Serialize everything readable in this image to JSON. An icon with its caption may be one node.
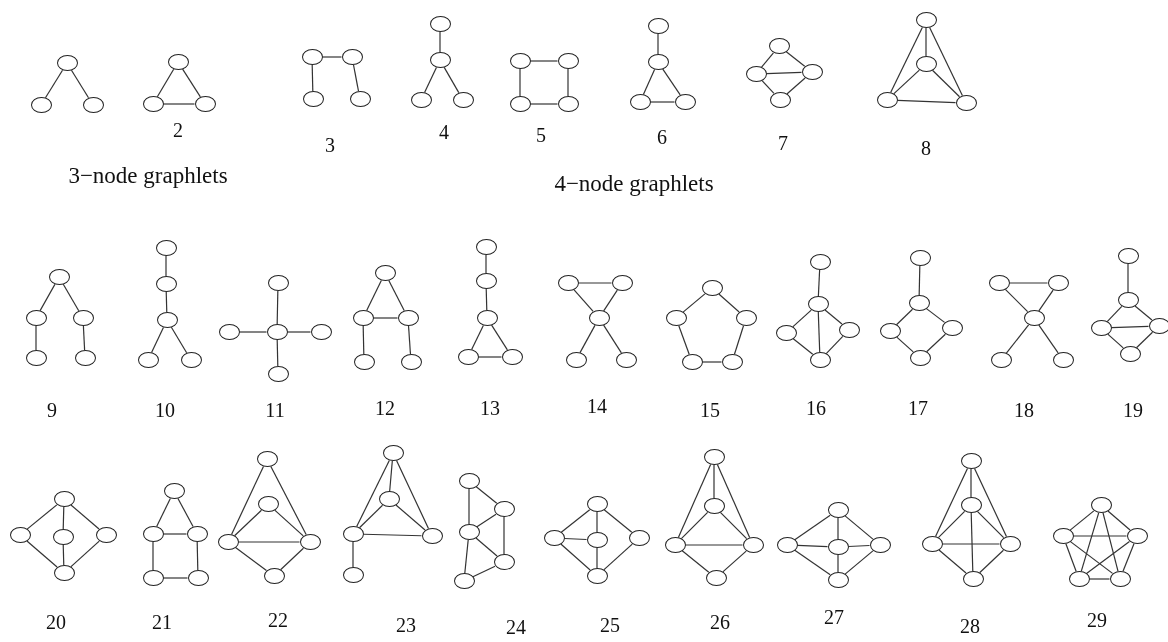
{
  "diagram": {
    "nodes": [
      {
        "text": [],
        "shape": "circle"
      },
      {
        "text": [],
        "shape": "circle"
      },
      {
        "text": [],
        "shape": "circle"
      },
      {
        "text": [],
        "shape": "circle"
      },
      {
        "text": [],
        "shape": "circle"
      },
      {
        "text": [],
        "shape": "circle"
      },
      {
        "text": [],
        "shape": "circle"
      },
      {
        "text": [],
        "shape": "circle"
      },
      {
        "text": [],
        "shape": "circle"
      },
      {
        "text": [],
        "shape": "circle"
      },
      {
        "text": [],
        "shape": "circle"
      },
      {
        "text": [],
        "shape": "circle"
      },
      {
        "text": [],
        "shape": "circle"
      },
      {
        "text": [],
        "shape": "circle"
      },
      {
        "text": [],
        "shape": "circle"
      },
      {
        "text": [],
        "shape": "circle"
      },
      {
        "text": [],
        "shape": "circle"
      },
      {
        "text": [],
        "shape": "circle"
      },
      {
        "text": [],
        "shape": "circle"
      },
      {
        "text": [],
        "shape": "circle"
      },
      {
        "text": [],
        "shape": "circle"
      },
      {
        "text": [],
        "shape": "circle"
      },
      {
        "text": [],
        "shape": "circle"
      },
      {
        "text": [],
        "shape": "circle"
      },
      {
        "text": [],
        "shape": "circle"
      },
      {
        "text": [],
        "shape": "circle"
      },
      {
        "text": [],
        "shape": "circle"
      },
      {
        "text": [],
        "shape": "circle"
      },
      {
        "text": [],
        "shape": "circle"
      },
      {
        "text": [],
        "shape": "circle"
      },
      {
        "text": [],
        "shape": "circle"
      },
      {
        "text": [],
        "shape": "circle"
      },
      {
        "text": [],
        "shape": "circle"
      },
      {
        "text": [],
        "shape": "circle"
      },
      {
        "text": [],
        "shape": "circle"
      },
      {
        "text": [],
        "shape": "circle"
      },
      {
        "text": [],
        "shape": "circle"
      },
      {
        "text": [],
        "shape": "circle"
      },
      {
        "text": [],
        "shape": "circle"
      },
      {
        "text": [],
        "shape": "circle"
      },
      {
        "text": [],
        "shape": "circle"
      },
      {
        "text": [],
        "shape": "circle"
      },
      {
        "text": [],
        "shape": "circle"
      },
      {
        "text": [],
        "shape": "circle"
      },
      {
        "text": [],
        "shape": "circle"
      },
      {
        "text": [],
        "shape": "circle"
      },
      {
        "text": [],
        "shape": "circle"
      },
      {
        "text": [],
        "shape": "circle"
      },
      {
        "text": [],
        "shape": "circle"
      },
      {
        "text": [],
        "shape": "circle"
      },
      {
        "text": [],
        "shape": "circle"
      },
      {
        "text": [],
        "shape": "circle"
      },
      {
        "text": [],
        "shape": "circle"
      },
      {
        "text": [],
        "shape": "circle"
      },
      {
        "text": [],
        "shape": "circle"
      },
      {
        "text": [],
        "shape": "circle"
      },
      {
        "text": [],
        "shape": "circle"
      },
      {
        "text": [],
        "shape": "circle"
      },
      {
        "text": [],
        "shape": "circle"
      },
      {
        "text": [],
        "shape": "circle"
      },
      {
        "text": [],
        "shape": "circle"
      },
      {
        "text": [],
        "shape": "circle"
      },
      {
        "text": [],
        "shape": "circle"
      },
      {
        "text": [],
        "shape": "circle"
      },
      {
        "text": [],
        "shape": "circle"
      },
      {
        "text": [],
        "shape": "circle"
      },
      {
        "text": [],
        "shape": "circle"
      },
      {
        "text": [],
        "shape": "circle"
      },
      {
        "text": [],
        "shape": "circle"
      },
      {
        "text": [],
        "shape": "circle"
      },
      {
        "text": [],
        "shape": "circle"
      },
      {
        "text": [],
        "shape": "circle"
      },
      {
        "text": [],
        "shape": "circle"
      },
      {
        "text": [],
        "shape": "circle"
      },
      {
        "text": [],
        "shape": "circle"
      },
      {
        "text": [],
        "shape": "circle"
      },
      {
        "text": [],
        "shape": "circle"
      },
      {
        "text": [],
        "shape": "circle"
      },
      {
        "text": [],
        "shape": "circle"
      },
      {
        "text": [],
        "shape": "circle"
      },
      {
        "text": [],
        "shape": "circle"
      },
      {
        "text": [],
        "shape": "circle"
      },
      {
        "text": [],
        "shape": "circle"
      },
      {
        "text": [],
        "shape": "circle"
      },
      {
        "text": [],
        "shape": "circle"
      },
      {
        "text": [],
        "shape": "circle"
      },
      {
        "text": [],
        "shape": "circle"
      },
      {
        "text": [],
        "shape": "circle"
      },
      {
        "text": [],
        "shape": "circle"
      },
      {
        "text": [],
        "shape": "circle"
      },
      {
        "text": [],
        "shape": "circle"
      },
      {
        "text": [],
        "shape": "circle"
      },
      {
        "text": [],
        "shape": "circle"
      },
      {
        "text": [],
        "shape": "circle"
      },
      {
        "text": [],
        "shape": "circle"
      },
      {
        "text": [],
        "shape": "circle"
      },
      {
        "text": [],
        "shape": "circle"
      },
      {
        "text": [],
        "shape": "circle"
      },
      {
        "text": [],
        "shape": "circle"
      },
      {
        "text": [],
        "shape": "circle"
      },
      {
        "text": [],
        "shape": "circle"
      },
      {
        "text": [],
        "shape": "circle"
      },
      {
        "text": [],
        "shape": "circle"
      },
      {
        "text": [],
        "shape": "circle"
      },
      {
        "text": [],
        "shape": "circle"
      },
      {
        "text": [],
        "shape": "circle"
      },
      {
        "text": [],
        "shape": "circle"
      },
      {
        "text": [],
        "shape": "circle"
      },
      {
        "text": [],
        "shape": "circle"
      },
      {
        "text": [],
        "shape": "circle"
      },
      {
        "text": [],
        "shape": "circle"
      },
      {
        "text": [],
        "shape": "circle"
      },
      {
        "text": [],
        "shape": "circle"
      },
      {
        "text": [],
        "shape": "circle"
      },
      {
        "text": [],
        "shape": "circle"
      },
      {
        "text": [],
        "shape": "circle"
      },
      {
        "text": [],
        "shape": "circle"
      },
      {
        "text": [],
        "shape": "circle"
      },
      {
        "text": [],
        "shape": "circle"
      },
      {
        "text": [],
        "shape": "circle"
      },
      {
        "text": [],
        "shape": "circle"
      },
      {
        "text": [],
        "shape": "circle"
      },
      {
        "text": [],
        "shape": "circle"
      },
      {
        "text": [],
        "shape": "circle"
      },
      {
        "text": [],
        "shape": "circle"
      },
      {
        "text": [],
        "shape": "circle"
      },
      {
        "text": [],
        "shape": "circle"
      },
      {
        "text": [],
        "shape": "circle"
      },
      {
        "text": [],
        "shape": "circle"
      },
      {
        "text": [],
        "shape": "circle"
      },
      {
        "text": [],
        "shape": "circle"
      },
      {
        "text": [],
        "shape": "circle"
      },
      {
        "text": [],
        "shape": "circle"
      },
      {
        "text": [],
        "shape": "circle"
      },
      {
        "text": [],
        "shape": "circle"
      }
    ],
    "edges": [
      {
        "from": 0,
        "to": 1,
        "arrow": "none"
      },
      {
        "from": 0,
        "to": 2,
        "arrow": "none"
      },
      {
        "from": 3,
        "to": 4,
        "arrow": "none"
      },
      {
        "from": 3,
        "to": 5,
        "arrow": "none"
      },
      {
        "from": 4,
        "to": 5,
        "arrow": "none"
      },
      {
        "from": 6,
        "to": 7,
        "arrow": "none"
      },
      {
        "from": 6,
        "to": 8,
        "arrow": "none"
      },
      {
        "from": 7,
        "to": 9,
        "arrow": "none"
      },
      {
        "from": 10,
        "to": 11,
        "arrow": "none"
      },
      {
        "from": 11,
        "to": 12,
        "arrow": "none"
      },
      {
        "from": 11,
        "to": 13,
        "arrow": "none"
      },
      {
        "from": 14,
        "to": 15,
        "arrow": "none"
      },
      {
        "from": 14,
        "to": 16,
        "arrow": "none"
      },
      {
        "from": 15,
        "to": 17,
        "arrow": "none"
      },
      {
        "from": 16,
        "to": 17,
        "arrow": "none"
      },
      {
        "from": 18,
        "to": 19,
        "arrow": "none"
      },
      {
        "from": 19,
        "to": 20,
        "arrow": "none"
      },
      {
        "from": 19,
        "to": 21,
        "arrow": "none"
      },
      {
        "from": 20,
        "to": 21,
        "arrow": "none"
      },
      {
        "from": 22,
        "to": 23,
        "arrow": "none"
      },
      {
        "from": 22,
        "to": 24,
        "arrow": "none"
      },
      {
        "from": 23,
        "to": 24,
        "arrow": "none"
      },
      {
        "from": 23,
        "to": 25,
        "arrow": "none"
      },
      {
        "from": 24,
        "to": 25,
        "arrow": "none"
      },
      {
        "from": 26,
        "to": 27,
        "arrow": "none"
      },
      {
        "from": 26,
        "to": 28,
        "arrow": "none"
      },
      {
        "from": 26,
        "to": 29,
        "arrow": "none"
      },
      {
        "from": 27,
        "to": 28,
        "arrow": "none"
      },
      {
        "from": 27,
        "to": 29,
        "arrow": "none"
      },
      {
        "from": 28,
        "to": 29,
        "arrow": "none"
      },
      {
        "from": 30,
        "to": 31,
        "arrow": "none"
      },
      {
        "from": 30,
        "to": 32,
        "arrow": "none"
      },
      {
        "from": 31,
        "to": 33,
        "arrow": "none"
      },
      {
        "from": 32,
        "to": 34,
        "arrow": "none"
      },
      {
        "from": 35,
        "to": 36,
        "arrow": "none"
      },
      {
        "from": 36,
        "to": 37,
        "arrow": "none"
      },
      {
        "from": 37,
        "to": 38,
        "arrow": "none"
      },
      {
        "from": 37,
        "to": 39,
        "arrow": "none"
      },
      {
        "from": 40,
        "to": 42,
        "arrow": "none"
      },
      {
        "from": 41,
        "to": 42,
        "arrow": "none"
      },
      {
        "from": 42,
        "to": 43,
        "arrow": "none"
      },
      {
        "from": 42,
        "to": 44,
        "arrow": "none"
      },
      {
        "from": 45,
        "to": 46,
        "arrow": "none"
      },
      {
        "from": 45,
        "to": 47,
        "arrow": "none"
      },
      {
        "from": 46,
        "to": 47,
        "arrow": "none"
      },
      {
        "from": 46,
        "to": 48,
        "arrow": "none"
      },
      {
        "from": 47,
        "to": 49,
        "arrow": "none"
      },
      {
        "from": 50,
        "to": 51,
        "arrow": "none"
      },
      {
        "from": 51,
        "to": 52,
        "arrow": "none"
      },
      {
        "from": 52,
        "to": 53,
        "arrow": "none"
      },
      {
        "from": 52,
        "to": 54,
        "arrow": "none"
      },
      {
        "from": 53,
        "to": 54,
        "arrow": "none"
      },
      {
        "from": 55,
        "to": 56,
        "arrow": "none"
      },
      {
        "from": 55,
        "to": 57,
        "arrow": "none"
      },
      {
        "from": 56,
        "to": 57,
        "arrow": "none"
      },
      {
        "from": 57,
        "to": 58,
        "arrow": "none"
      },
      {
        "from": 57,
        "to": 59,
        "arrow": "none"
      },
      {
        "from": 60,
        "to": 61,
        "arrow": "none"
      },
      {
        "from": 60,
        "to": 62,
        "arrow": "none"
      },
      {
        "from": 61,
        "to": 63,
        "arrow": "none"
      },
      {
        "from": 62,
        "to": 64,
        "arrow": "none"
      },
      {
        "from": 63,
        "to": 64,
        "arrow": "none"
      },
      {
        "from": 65,
        "to": 66,
        "arrow": "none"
      },
      {
        "from": 66,
        "to": 67,
        "arrow": "none"
      },
      {
        "from": 66,
        "to": 68,
        "arrow": "none"
      },
      {
        "from": 66,
        "to": 69,
        "arrow": "none"
      },
      {
        "from": 67,
        "to": 69,
        "arrow": "none"
      },
      {
        "from": 68,
        "to": 69,
        "arrow": "none"
      },
      {
        "from": 70,
        "to": 71,
        "arrow": "none"
      },
      {
        "from": 71,
        "to": 72,
        "arrow": "none"
      },
      {
        "from": 71,
        "to": 73,
        "arrow": "none"
      },
      {
        "from": 72,
        "to": 74,
        "arrow": "none"
      },
      {
        "from": 73,
        "to": 74,
        "arrow": "none"
      },
      {
        "from": 75,
        "to": 76,
        "arrow": "none"
      },
      {
        "from": 75,
        "to": 77,
        "arrow": "none"
      },
      {
        "from": 76,
        "to": 77,
        "arrow": "none"
      },
      {
        "from": 77,
        "to": 78,
        "arrow": "none"
      },
      {
        "from": 77,
        "to": 79,
        "arrow": "none"
      },
      {
        "from": 80,
        "to": 81,
        "arrow": "none"
      },
      {
        "from": 81,
        "to": 82,
        "arrow": "none"
      },
      {
        "from": 81,
        "to": 83,
        "arrow": "none"
      },
      {
        "from": 82,
        "to": 83,
        "arrow": "none"
      },
      {
        "from": 82,
        "to": 84,
        "arrow": "none"
      },
      {
        "from": 83,
        "to": 84,
        "arrow": "none"
      },
      {
        "from": 85,
        "to": 86,
        "arrow": "none"
      },
      {
        "from": 85,
        "to": 87,
        "arrow": "none"
      },
      {
        "from": 85,
        "to": 88,
        "arrow": "none"
      },
      {
        "from": 86,
        "to": 89,
        "arrow": "none"
      },
      {
        "from": 87,
        "to": 89,
        "arrow": "none"
      },
      {
        "from": 88,
        "to": 89,
        "arrow": "none"
      },
      {
        "from": 90,
        "to": 91,
        "arrow": "none"
      },
      {
        "from": 90,
        "to": 92,
        "arrow": "none"
      },
      {
        "from": 91,
        "to": 92,
        "arrow": "none"
      },
      {
        "from": 91,
        "to": 93,
        "arrow": "none"
      },
      {
        "from": 92,
        "to": 94,
        "arrow": "none"
      },
      {
        "from": 93,
        "to": 94,
        "arrow": "none"
      },
      {
        "from": 95,
        "to": 97,
        "arrow": "none"
      },
      {
        "from": 95,
        "to": 98,
        "arrow": "none"
      },
      {
        "from": 96,
        "to": 97,
        "arrow": "none"
      },
      {
        "from": 96,
        "to": 98,
        "arrow": "none"
      },
      {
        "from": 97,
        "to": 98,
        "arrow": "none"
      },
      {
        "from": 97,
        "to": 99,
        "arrow": "none"
      },
      {
        "from": 98,
        "to": 99,
        "arrow": "none"
      },
      {
        "from": 100,
        "to": 101,
        "arrow": "none"
      },
      {
        "from": 100,
        "to": 102,
        "arrow": "none"
      },
      {
        "from": 100,
        "to": 103,
        "arrow": "none"
      },
      {
        "from": 101,
        "to": 102,
        "arrow": "none"
      },
      {
        "from": 101,
        "to": 103,
        "arrow": "none"
      },
      {
        "from": 102,
        "to": 103,
        "arrow": "none"
      },
      {
        "from": 102,
        "to": 104,
        "arrow": "none"
      },
      {
        "from": 105,
        "to": 106,
        "arrow": "none"
      },
      {
        "from": 105,
        "to": 107,
        "arrow": "none"
      },
      {
        "from": 106,
        "to": 107,
        "arrow": "none"
      },
      {
        "from": 106,
        "to": 108,
        "arrow": "none"
      },
      {
        "from": 107,
        "to": 108,
        "arrow": "none"
      },
      {
        "from": 107,
        "to": 109,
        "arrow": "none"
      },
      {
        "from": 108,
        "to": 109,
        "arrow": "none"
      },
      {
        "from": 110,
        "to": 111,
        "arrow": "none"
      },
      {
        "from": 110,
        "to": 112,
        "arrow": "none"
      },
      {
        "from": 110,
        "to": 113,
        "arrow": "none"
      },
      {
        "from": 111,
        "to": 112,
        "arrow": "none"
      },
      {
        "from": 111,
        "to": 114,
        "arrow": "none"
      },
      {
        "from": 112,
        "to": 114,
        "arrow": "none"
      },
      {
        "from": 113,
        "to": 114,
        "arrow": "none"
      },
      {
        "from": 115,
        "to": 116,
        "arrow": "none"
      },
      {
        "from": 115,
        "to": 117,
        "arrow": "none"
      },
      {
        "from": 115,
        "to": 118,
        "arrow": "none"
      },
      {
        "from": 116,
        "to": 117,
        "arrow": "none"
      },
      {
        "from": 116,
        "to": 118,
        "arrow": "none"
      },
      {
        "from": 117,
        "to": 118,
        "arrow": "none"
      },
      {
        "from": 117,
        "to": 119,
        "arrow": "none"
      },
      {
        "from": 118,
        "to": 119,
        "arrow": "none"
      },
      {
        "from": 120,
        "to": 121,
        "arrow": "none"
      },
      {
        "from": 120,
        "to": 122,
        "arrow": "none"
      },
      {
        "from": 120,
        "to": 123,
        "arrow": "none"
      },
      {
        "from": 121,
        "to": 122,
        "arrow": "none"
      },
      {
        "from": 122,
        "to": 123,
        "arrow": "none"
      },
      {
        "from": 121,
        "to": 124,
        "arrow": "none"
      },
      {
        "from": 122,
        "to": 124,
        "arrow": "none"
      },
      {
        "from": 123,
        "to": 124,
        "arrow": "none"
      },
      {
        "from": 125,
        "to": 126,
        "arrow": "none"
      },
      {
        "from": 125,
        "to": 127,
        "arrow": "none"
      },
      {
        "from": 125,
        "to": 128,
        "arrow": "none"
      },
      {
        "from": 126,
        "to": 127,
        "arrow": "none"
      },
      {
        "from": 126,
        "to": 128,
        "arrow": "none"
      },
      {
        "from": 126,
        "to": 129,
        "arrow": "none"
      },
      {
        "from": 127,
        "to": 128,
        "arrow": "none"
      },
      {
        "from": 127,
        "to": 129,
        "arrow": "none"
      },
      {
        "from": 128,
        "to": 129,
        "arrow": "none"
      },
      {
        "from": 130,
        "to": 131,
        "arrow": "none"
      },
      {
        "from": 130,
        "to": 132,
        "arrow": "none"
      },
      {
        "from": 130,
        "to": 133,
        "arrow": "none"
      },
      {
        "from": 130,
        "to": 134,
        "arrow": "none"
      },
      {
        "from": 131,
        "to": 132,
        "arrow": "none"
      },
      {
        "from": 131,
        "to": 133,
        "arrow": "none"
      },
      {
        "from": 131,
        "to": 134,
        "arrow": "none"
      },
      {
        "from": 132,
        "to": 133,
        "arrow": "none"
      },
      {
        "from": 132,
        "to": 134,
        "arrow": "none"
      },
      {
        "from": 133,
        "to": 134,
        "arrow": "none"
      }
    ],
    "labels": [
      "2",
      "3",
      "4",
      "5",
      "6",
      "7",
      "8",
      "3−node graphlets",
      "4−node graphlets",
      "9",
      "10",
      "11",
      "12",
      "13",
      "14",
      "15",
      "16",
      "17",
      "18",
      "19",
      "20",
      "21",
      "22",
      "23",
      "24",
      "25",
      "26",
      "27",
      "28",
      "29"
    ]
  }
}
